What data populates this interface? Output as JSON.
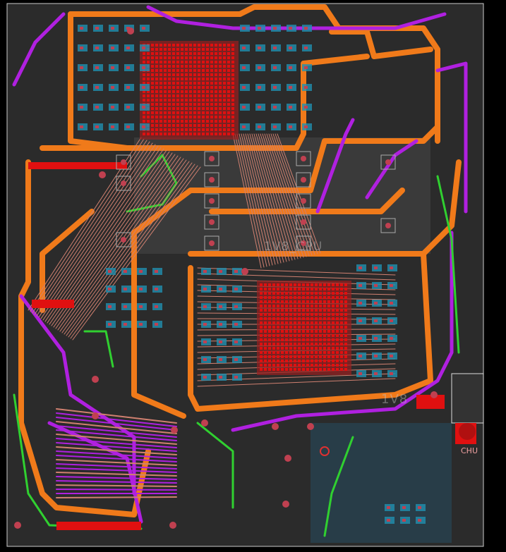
{
  "labels": {
    "net_main": "1V8_CPU",
    "net_secondary": "1V8",
    "silk_ref": "CHU"
  },
  "colors": {
    "board": "#2e2e2e",
    "copper_top": "#e01010",
    "power_trace": "#f07a1a",
    "signal_purple": "#b020e0",
    "signal_green": "#30d030",
    "signal_salmon": "#d08070",
    "signal_cyan": "#2090b0",
    "pad": "#c04050"
  }
}
